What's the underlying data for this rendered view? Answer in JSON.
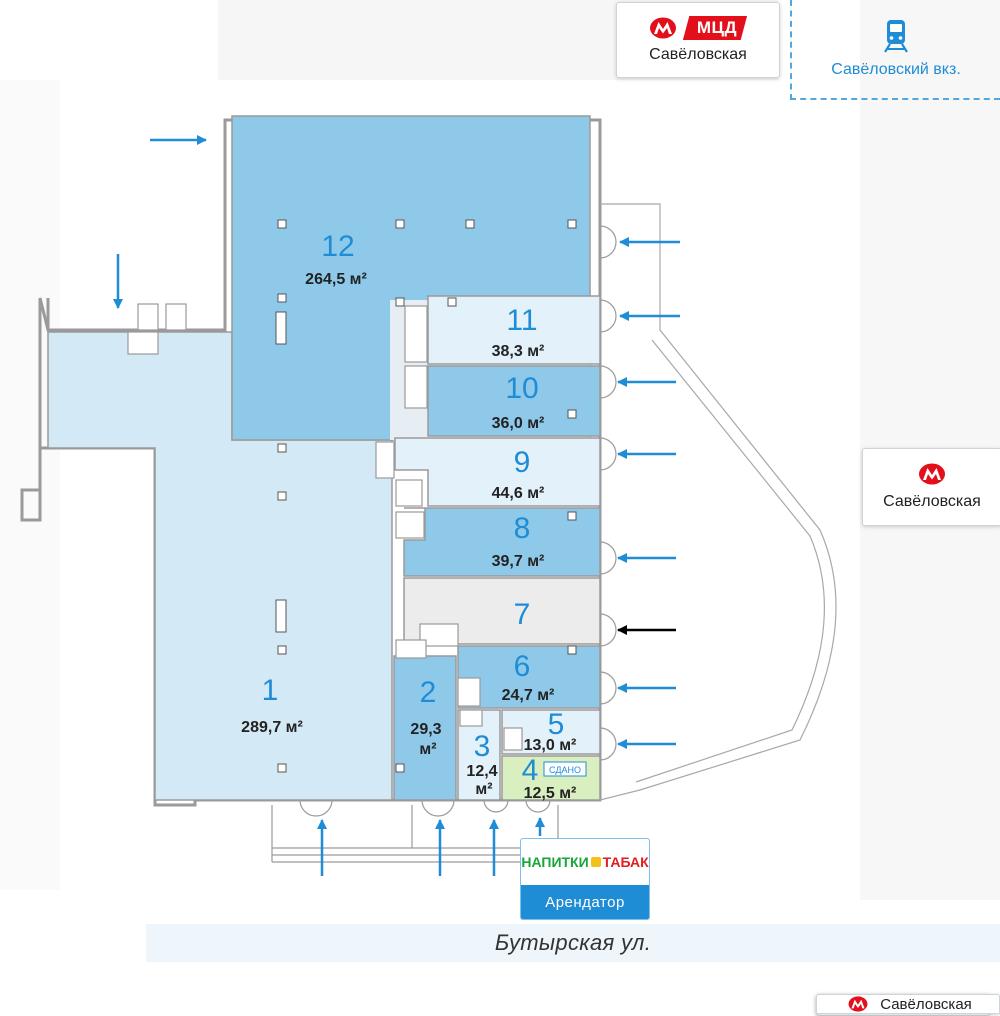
{
  "colors": {
    "room_dark": "#8fc9ea",
    "room_light": "#d3e9f6",
    "room_lighter": "#e3f1fa",
    "room_gray": "#ececec",
    "rented": "#d9efc0",
    "wall": "#888888",
    "accent": "#1f8cd6",
    "entrance_main": "#1f8cd6",
    "entrance_alt": "#000000",
    "metro_red": "#e3101b"
  },
  "top_card": {
    "station": "Савёловская",
    "mcd": "МЦД",
    "icon": "metro-icon"
  },
  "rail": {
    "label": "Савёловский вкз.",
    "icon": "train-icon"
  },
  "right_card": {
    "station": "Савёловская",
    "icon": "metro-icon"
  },
  "bottom_card": {
    "station": "Савёловская",
    "icon": "metro-icon"
  },
  "street": {
    "name": "Бутырская ул."
  },
  "tenant": {
    "brand_part1": "НАПИТКИ",
    "brand_part2": "ТАБАК",
    "caption": "Арендатор"
  },
  "rooms": [
    {
      "num": "12",
      "area": "264,5 м²",
      "fill": "dark"
    },
    {
      "num": "11",
      "area": "38,3 м²",
      "fill": "lighter"
    },
    {
      "num": "10",
      "area": "36,0 м²",
      "fill": "dark"
    },
    {
      "num": "9",
      "area": "44,6 м²",
      "fill": "lighter"
    },
    {
      "num": "8",
      "area": "39,7 м²",
      "fill": "dark"
    },
    {
      "num": "7",
      "area": "",
      "fill": "gray"
    },
    {
      "num": "6",
      "area": "24,7 м²",
      "fill": "dark"
    },
    {
      "num": "5",
      "area": "13,0 м²",
      "fill": "lighter"
    },
    {
      "num": "4",
      "area": "12,5 м²",
      "fill": "rented",
      "badge": "СДАНО"
    },
    {
      "num": "3",
      "area_line1": "12,4",
      "area_line2": "м²",
      "fill": "lighter"
    },
    {
      "num": "2",
      "area_line1": "29,3",
      "area_line2": "м²",
      "fill": "dark"
    },
    {
      "num": "1",
      "area": "289,7 м²",
      "fill": "light"
    }
  ]
}
